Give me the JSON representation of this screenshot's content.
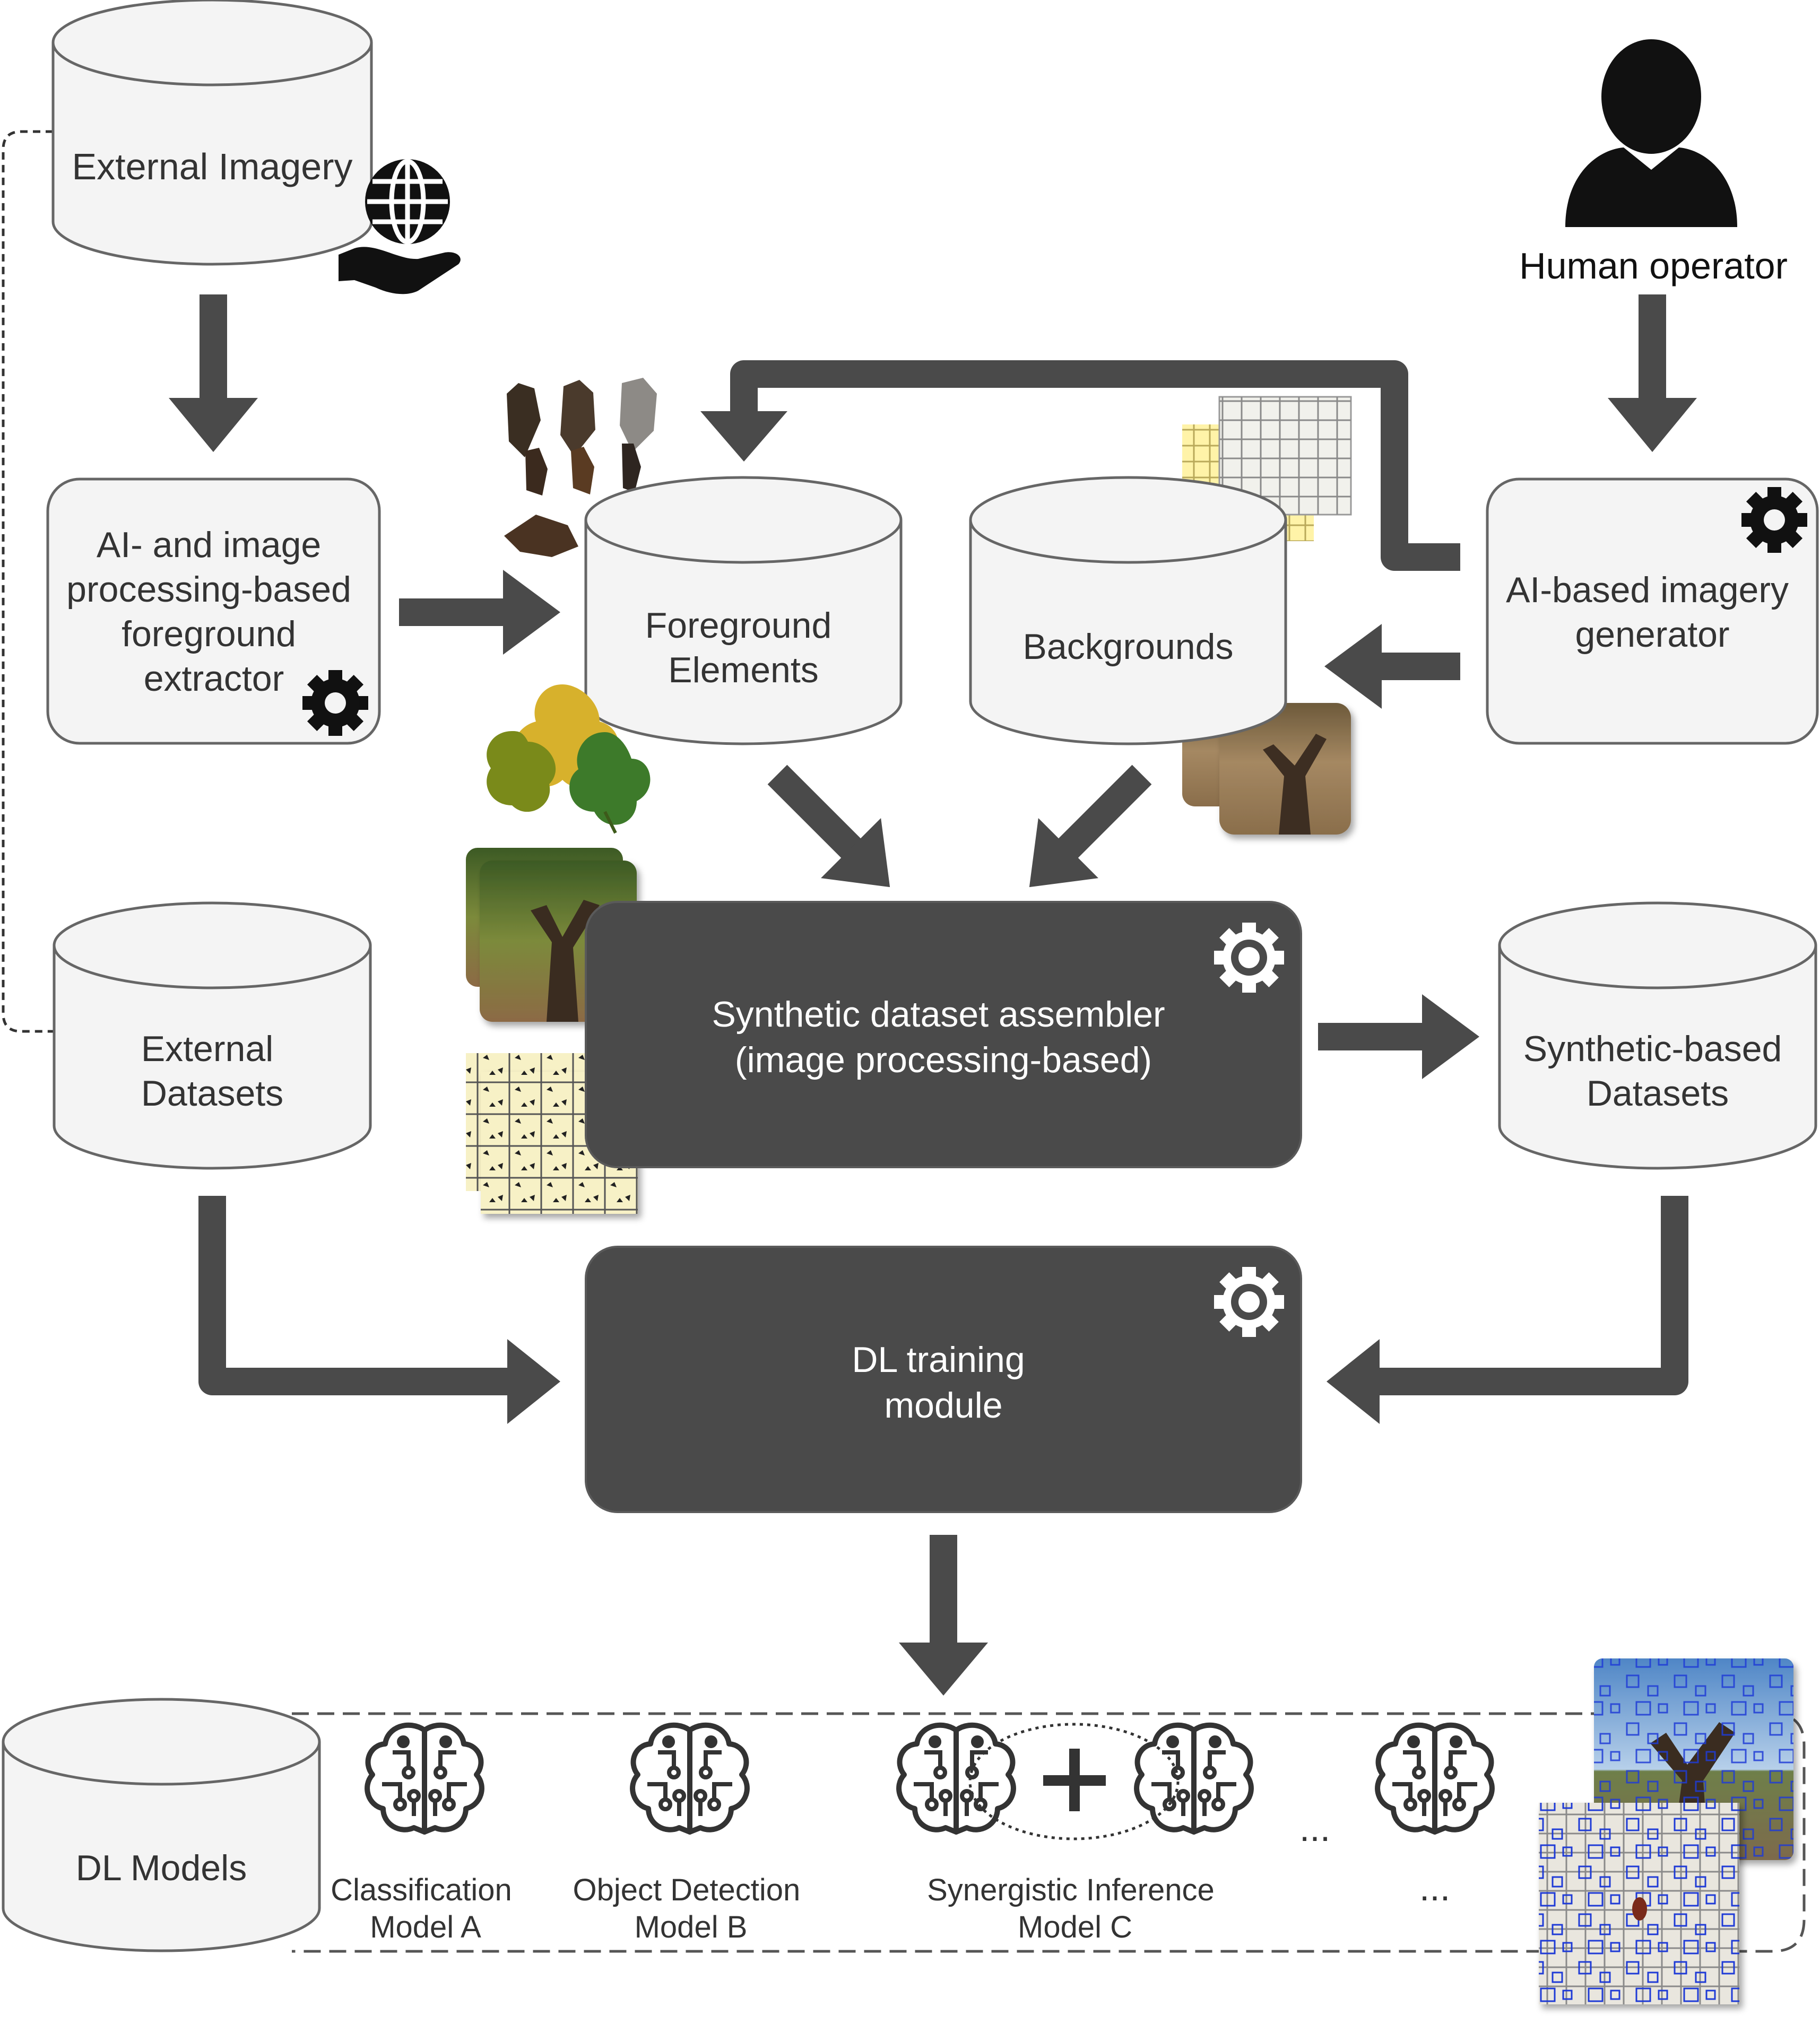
{
  "colors": {
    "node_fill": "#f4f4f4",
    "node_stroke": "#666666",
    "dark_fill": "#4a4a4a",
    "arrow": "#4a4a4a",
    "text_dark": "#333333",
    "text_light": "#ffffff",
    "icon": "#111111",
    "bbox_blue": "#1f3bd6"
  },
  "nodes": {
    "external_imagery": {
      "lines": [
        "External Imagery"
      ]
    },
    "human_operator": {
      "lines": [
        "Human operator"
      ]
    },
    "foreground_extractor": {
      "lines": [
        "AI- and image",
        "processing-based",
        "foreground",
        "extractor"
      ]
    },
    "foreground_elements": {
      "lines": [
        "Foreground",
        "Elements"
      ]
    },
    "backgrounds": {
      "lines": [
        "Backgrounds"
      ]
    },
    "imagery_generator": {
      "lines": [
        "AI-based imagery",
        "generator"
      ]
    },
    "external_datasets": {
      "lines": [
        "External",
        "Datasets"
      ]
    },
    "dataset_assembler": {
      "lines": [
        "Synthetic dataset assembler",
        "(image processing-based)"
      ]
    },
    "synthetic_datasets": {
      "lines": [
        "Synthetic-based",
        "Datasets"
      ]
    },
    "dl_training": {
      "lines": [
        "DL training",
        "module"
      ]
    },
    "dl_models": {
      "lines": [
        "DL Models"
      ]
    }
  },
  "models": [
    {
      "lines": [
        "Classification",
        "Model A"
      ]
    },
    {
      "lines": [
        "Object Detection",
        "Model B"
      ]
    },
    {
      "lines": [
        "Synergistic Inference",
        "Model C"
      ]
    },
    {
      "lines": [
        "..."
      ]
    }
  ],
  "ellipsis_mid": "...",
  "icons": {
    "globe_hand": "globe-hand-icon",
    "person": "person-icon",
    "gear": "gear-icon",
    "brain": "brain-circuit-icon",
    "plus": "plus-icon"
  }
}
